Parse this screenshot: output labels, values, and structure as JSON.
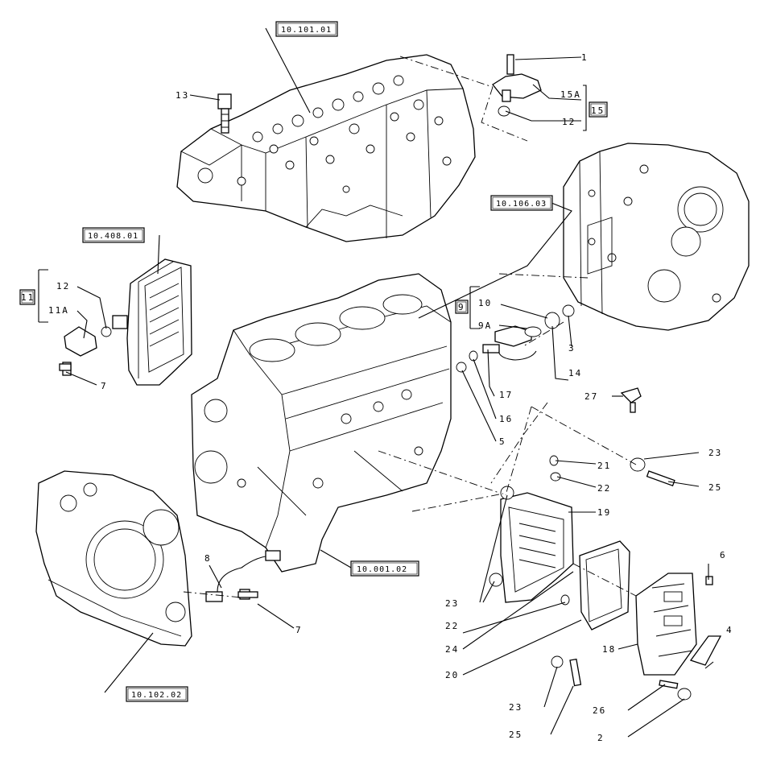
{
  "title": "",
  "references": {
    "r_10_101_01": "10.101.01",
    "r_10_106_03": "10.106.03",
    "r_10_408_01": "10.408.01",
    "r_10_001_02": "10.001.02",
    "r_10_102_02": "10.102.02"
  },
  "groups": {
    "g11": "11",
    "g9": "9",
    "g15": "15"
  },
  "callouts": {
    "c1": "1",
    "c15a": "15A",
    "c12a": "12",
    "c13": "13",
    "c12b": "12",
    "c11a": "11A",
    "c7a": "7",
    "c10": "10",
    "c9a": "9A",
    "c3a": "3",
    "c14": "14",
    "c17": "17",
    "c16": "16",
    "c5": "5",
    "c27": "27",
    "c21": "21",
    "c22a": "22",
    "c23a": "23",
    "c25a": "25",
    "c19": "19",
    "c8": "8",
    "c7b": "7",
    "c6": "6",
    "c23b": "23",
    "c22b": "22",
    "c24": "24",
    "c20": "20",
    "c18": "18",
    "c4": "4",
    "c23c": "23",
    "c25b": "25",
    "c26": "26",
    "c2": "2"
  }
}
